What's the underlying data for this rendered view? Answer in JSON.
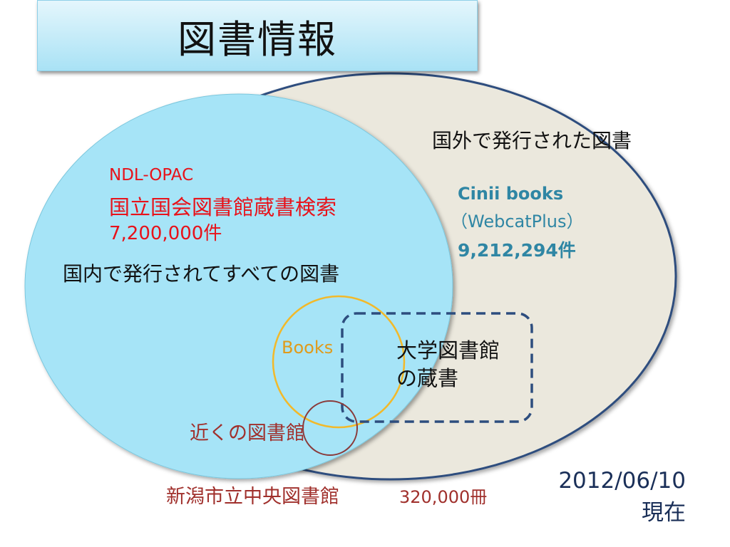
{
  "title": "図書情報",
  "colors": {
    "title_bg_top": "#e4f6fc",
    "title_bg_bottom": "#a9e2f5",
    "outer_ellipse_fill": "#ebe8dd",
    "outer_ellipse_stroke": "#2d4d7e",
    "inner_ellipse_fill": "#a6e4f7",
    "books_circle_stroke": "#f2b92a",
    "local_circle_stroke": "#8a3a3a",
    "dashed_box_stroke": "#2d4d7e",
    "ndl_text": "#e8121a",
    "cinii_text": "#2f86a4",
    "books_text": "#e09b1b",
    "local_text": "#a0302c"
  },
  "outer": {
    "label": "国外で発行された図書"
  },
  "inner": {
    "label": "国内で発行されてすべての図書"
  },
  "ndl": {
    "name": "NDL-OPAC",
    "name_ja": "国立国会図書館蔵書検索",
    "count": "7,200,000件"
  },
  "cinii": {
    "name": "Cinii books",
    "sub": "（WebcatPlus）",
    "count": "9,212,294件"
  },
  "books_label": "Books",
  "university": {
    "line1": "大学図書館",
    "line2": "の蔵書"
  },
  "local_label": "近くの図書館",
  "niigata": {
    "name": "新潟市立中央図書館",
    "count": "320,000冊"
  },
  "date": {
    "line1": "2012/06/10",
    "line2": "現在"
  }
}
